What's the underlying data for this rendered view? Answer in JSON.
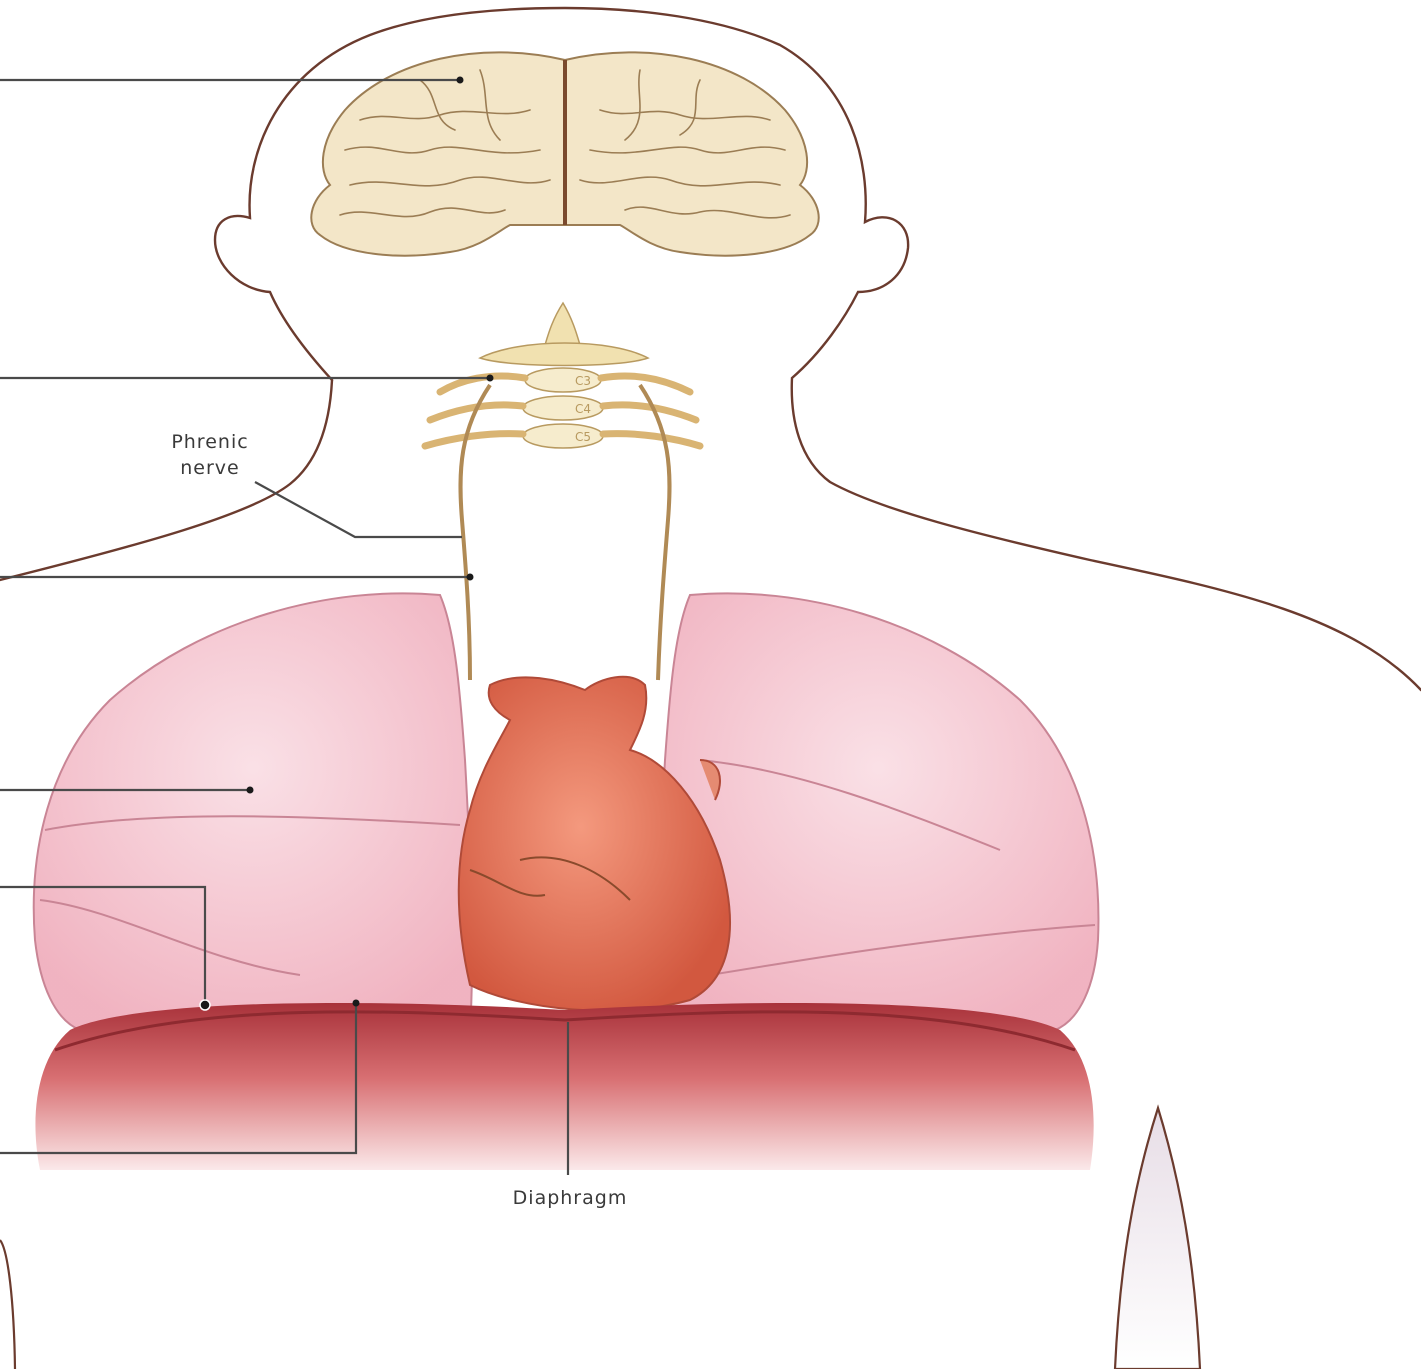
{
  "labels": {
    "phrenic_line1": "Phrenic",
    "phrenic_line2": "nerve",
    "diaphragm": "Diaphragm",
    "vert_c3": "C3",
    "vert_c4": "C4",
    "vert_c5": "C5"
  },
  "colors": {
    "body_outline": "#6b3b2e",
    "brain": "#f3e6c8",
    "spine": "#f1e1b0",
    "nerve": "#b08a55",
    "lung": "#f4c4cf",
    "heart": "#e0705a",
    "diaphragm": "#c1444b",
    "leader_line": "#4a4a4a"
  }
}
